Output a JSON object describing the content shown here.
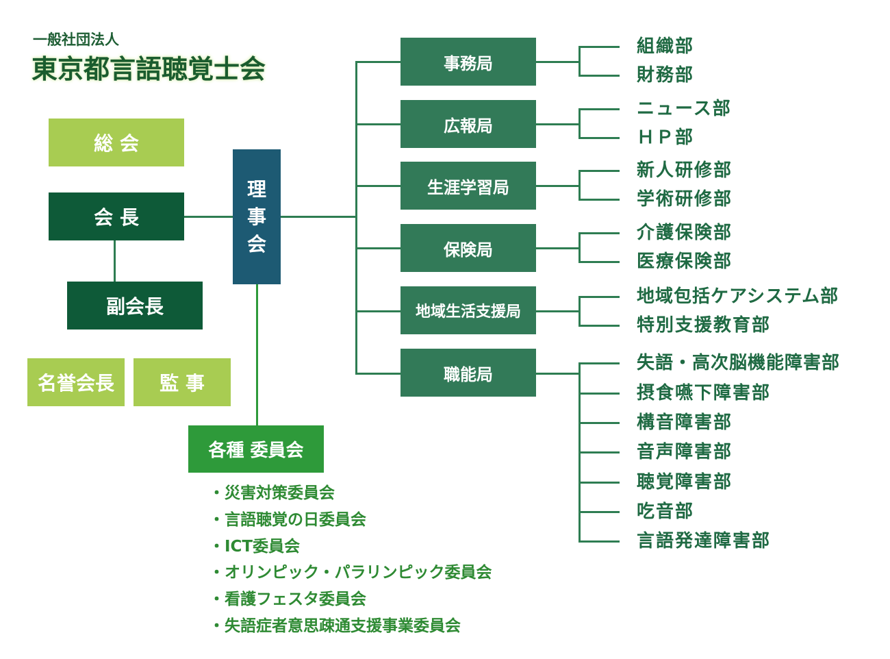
{
  "org": {
    "subtitle": "一般社団法人",
    "name": "東京都言語聴覚士会"
  },
  "left": {
    "general_meeting": "総 会",
    "president": "会 長",
    "vice_president": "副会長",
    "honorary_president": "名誉会長",
    "auditor": "監 事"
  },
  "board": "理\n事\n会",
  "committees": {
    "title": "各種 委員会",
    "items": [
      "・災害対策委員会",
      "・言語聴覚の日委員会",
      "・ICT委員会",
      "・オリンピック・パラリンピック委員会",
      "・看護フェスタ委員会",
      "・失語症者意思疎通支援事業委員会"
    ]
  },
  "bureaus": [
    {
      "name": "事務局",
      "depts": [
        "組織部",
        "財務部"
      ]
    },
    {
      "name": "広報局",
      "depts": [
        "ニュース部",
        "ＨＰ部"
      ]
    },
    {
      "name": "生涯学習局",
      "depts": [
        "新人研修部",
        "学術研修部"
      ]
    },
    {
      "name": "保険局",
      "depts": [
        "介護保険部",
        "医療保険部"
      ]
    },
    {
      "name": "地域生活支援局",
      "depts": [
        "地域包括ケアシステム部",
        "特別支援教育部"
      ]
    },
    {
      "name": "職能局",
      "depts": [
        "失語・高次脳機能障害部",
        "摂食嚥下障害部",
        "構音障害部",
        "音声障害部",
        "聴覚障害部",
        "吃音部",
        "言語発達障害部"
      ]
    }
  ],
  "colors": {
    "light_green": "#a8cc52",
    "dark_green": "#0e5a38",
    "board_blue": "#1d5a73",
    "bureau_green": "#327a58",
    "committee_green": "#2e9a3a",
    "dept_text": "#1f6a43"
  }
}
